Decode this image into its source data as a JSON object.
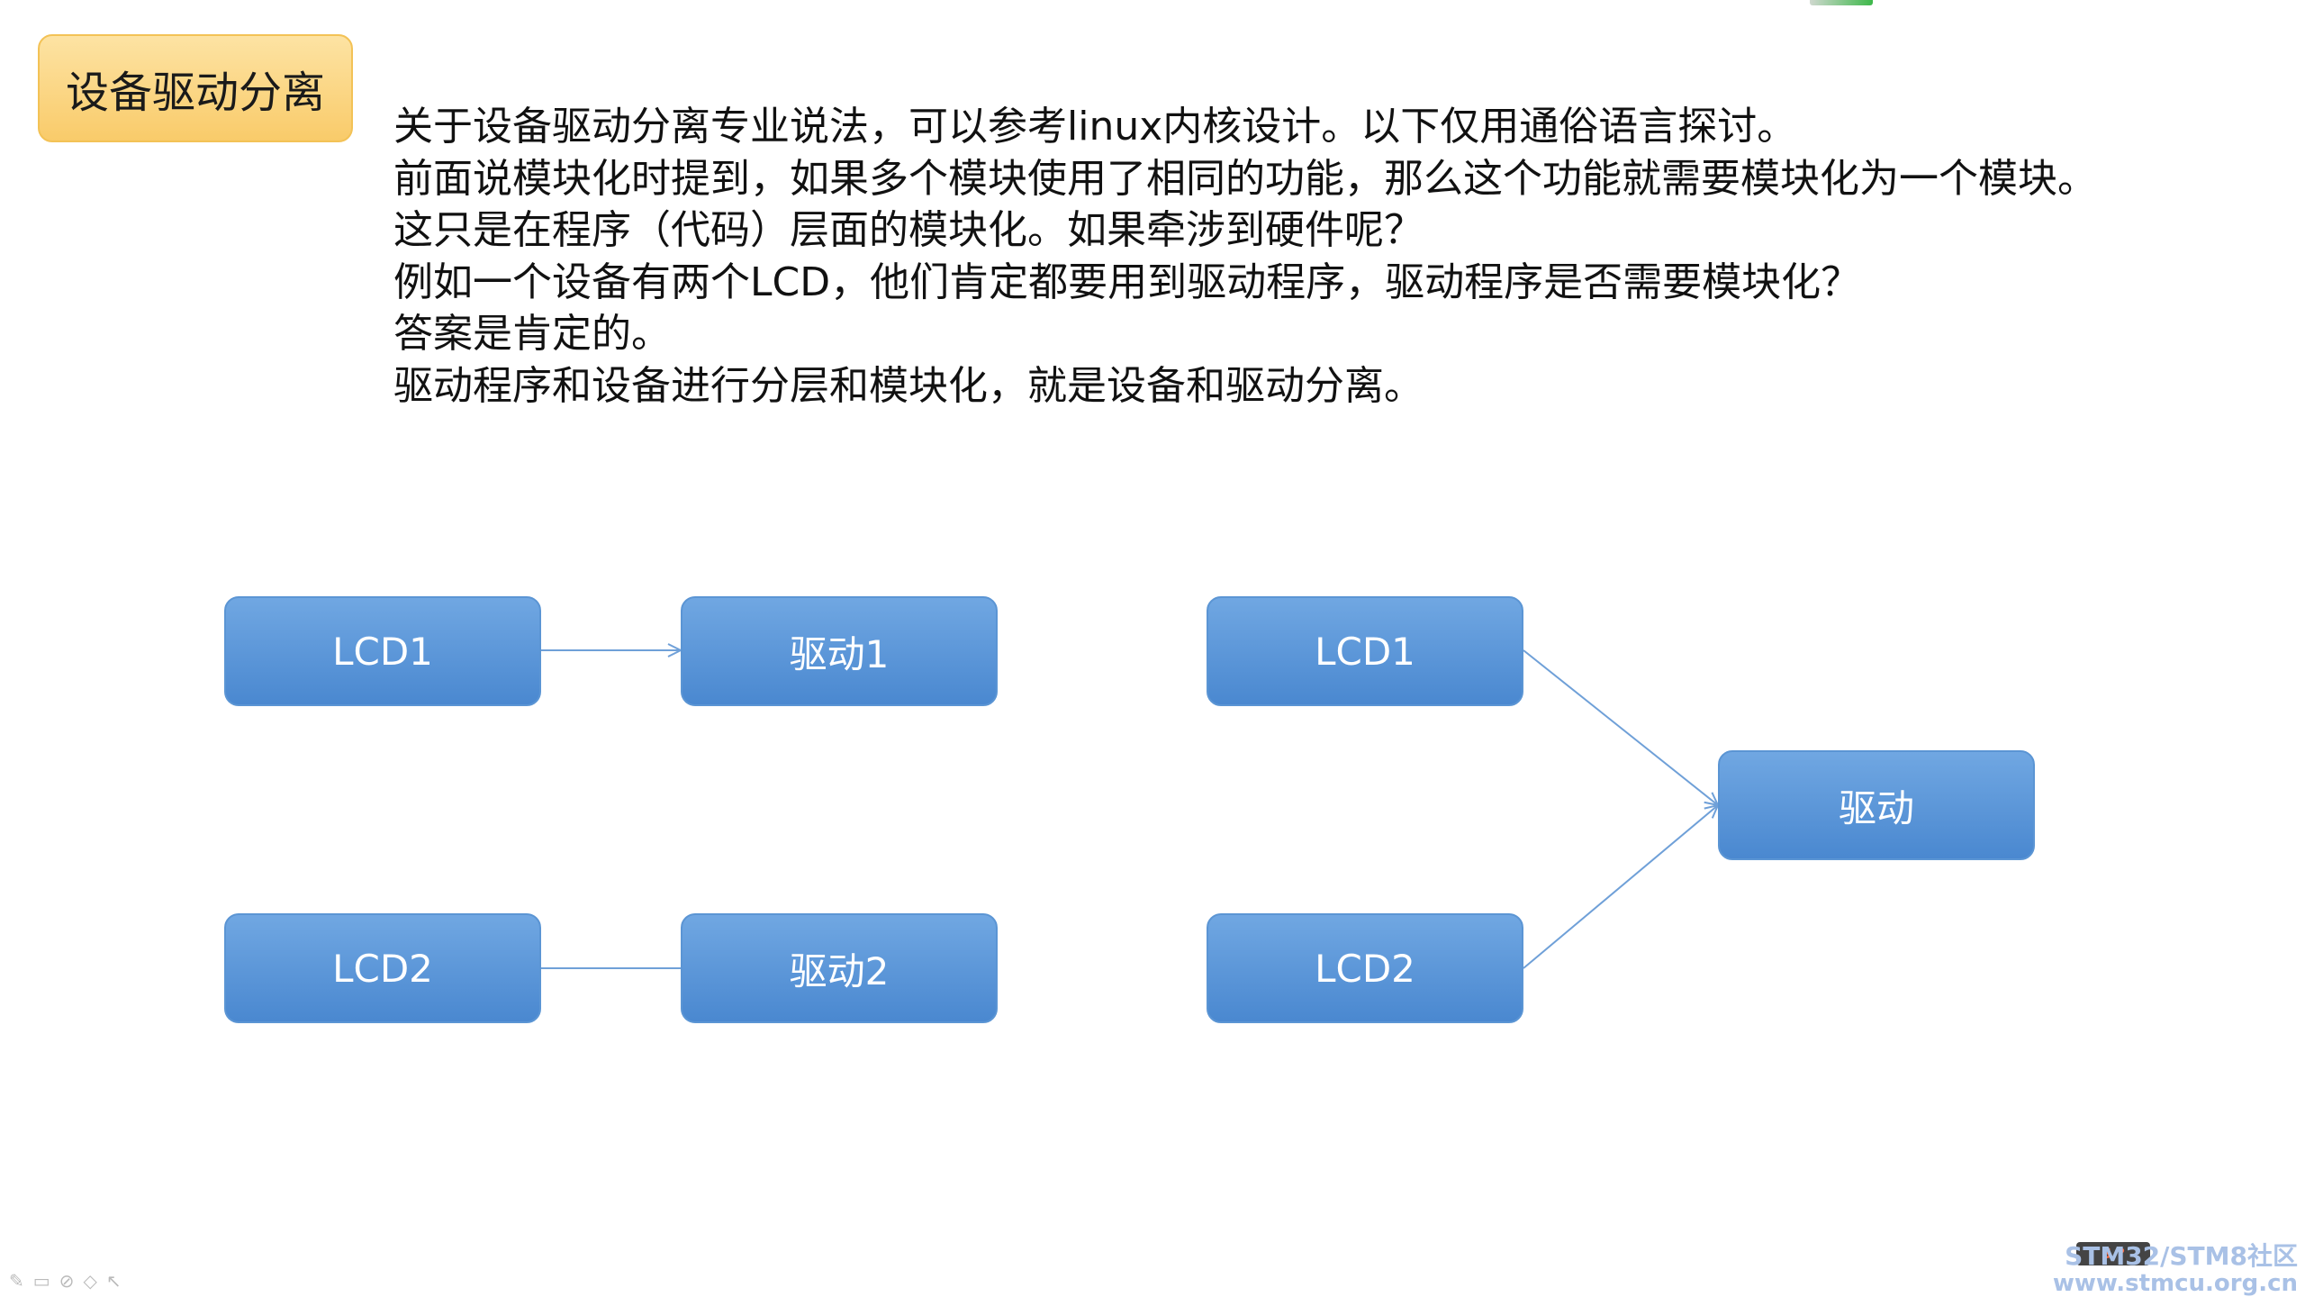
{
  "slide": {
    "title": "设备驱动分离",
    "paragraphs": [
      "关于设备驱动分离专业说法，可以参考linux内核设计。以下仅用通俗语言探讨。",
      "前面说模块化时提到，如果多个模块使用了相同的功能，那么这个功能就需要模块化为一个模块。",
      "这只是在程序（代码）层面的模块化。如果牵涉到硬件呢？",
      "例如一个设备有两个LCD，他们肯定都要用到驱动程序，驱动程序是否需要模块化？",
      "答案是肯定的。",
      "驱动程序和设备进行分层和模块化，就是设备和驱动分离。"
    ]
  },
  "diagram": {
    "left": {
      "lcd1": "LCD1",
      "driver1": "驱动1",
      "lcd2": "LCD2",
      "driver2": "驱动2"
    },
    "right": {
      "lcd1": "LCD1",
      "lcd2": "LCD2",
      "driver": "驱动"
    },
    "colors": {
      "box_fill": "#5b95d6",
      "connector": "#6fa0d8",
      "title_fill": "#f9cb6a"
    }
  },
  "watermark": {
    "line1": "STM32/STM8社区",
    "line2": "www.stmcu.org.cn",
    "icon_text": "S ?"
  },
  "toolbar": {
    "icons": [
      "pen-icon",
      "screen-icon",
      "eraser-icon",
      "highlighter-icon",
      "pointer-icon"
    ]
  }
}
